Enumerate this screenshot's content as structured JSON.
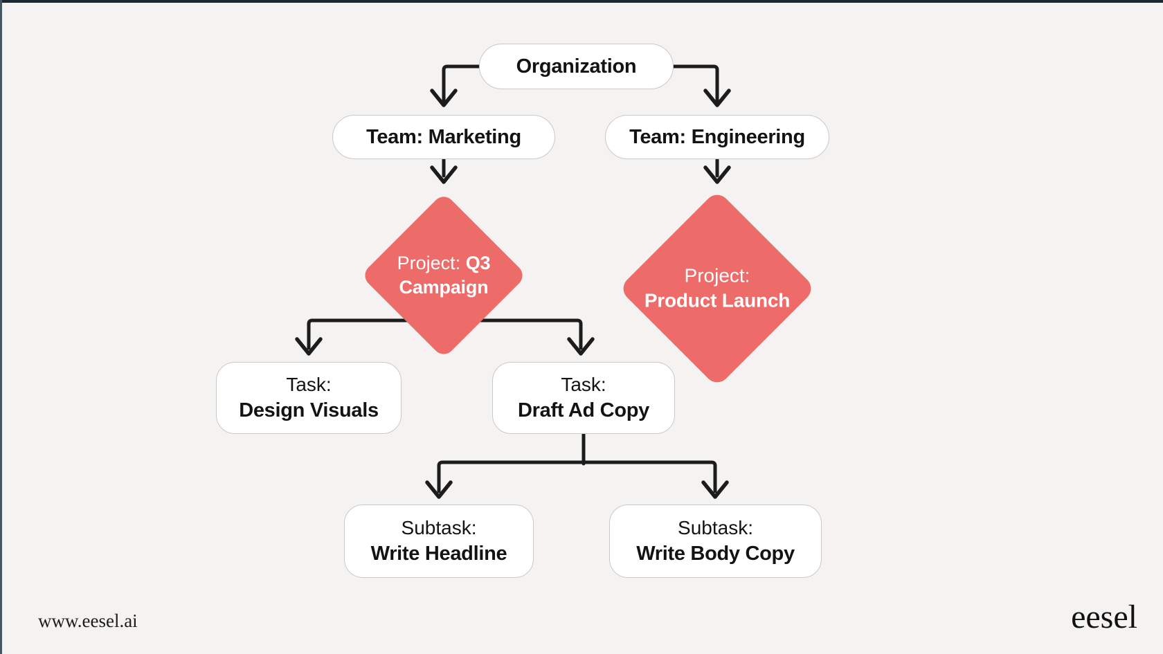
{
  "colors": {
    "background": "#f4f3f1",
    "node_fill": "#ffffff",
    "node_border": "#cbc9c6",
    "diamond_fill": "#ed6b68",
    "diamond_text": "#ffffff",
    "text": "#131313",
    "arrow": "#1c1c1c",
    "top_edge": "#1a2930",
    "left_edge": "#46565f"
  },
  "diagram": {
    "organization": {
      "label": "Organization"
    },
    "teams": [
      {
        "label": "Team: Marketing"
      },
      {
        "label": "Team: Engineering"
      }
    ],
    "projects": [
      {
        "prefix": "Project: ",
        "name": "Q3 Campaign"
      },
      {
        "prefix": "Project: ",
        "name": "Product Launch"
      }
    ],
    "tasks": [
      {
        "prefix": "Task:",
        "name": "Design Visuals"
      },
      {
        "prefix": "Task:",
        "name": "Draft Ad Copy"
      }
    ],
    "subtasks": [
      {
        "prefix": "Subtask:",
        "name": "Write Headline"
      },
      {
        "prefix": "Subtask:",
        "name": "Write Body Copy"
      }
    ]
  },
  "footer": {
    "website": "www.eesel.ai",
    "logo": "eesel"
  }
}
